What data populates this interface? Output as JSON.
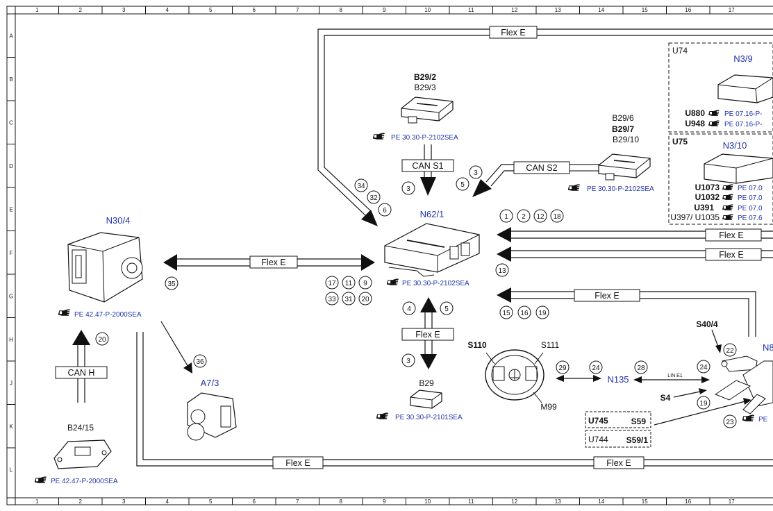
{
  "columns": [
    "1",
    "2",
    "3",
    "4",
    "5",
    "6",
    "7",
    "8",
    "9",
    "10",
    "11",
    "12",
    "13",
    "14",
    "15",
    "16",
    "17"
  ],
  "rows": [
    "A",
    "B",
    "C",
    "D",
    "E",
    "F",
    "G",
    "H",
    "J",
    "K",
    "L"
  ],
  "components": {
    "n62_1": "N62/1",
    "n30_4": "N30/4",
    "a7_3": "A7/3",
    "b24_15": "B24/15",
    "b29_2": "B29/2",
    "b29_3": "B29/3",
    "b29_6": "B29/6",
    "b29_7": "B29/7",
    "b29_10": "B29/10",
    "b29": "B29",
    "n135": "N135",
    "s110": "S110",
    "s111": "S111",
    "m99": "M99",
    "s40_4": "S40/4",
    "s4": "S4",
    "n8": "N8",
    "u745": "U745",
    "s59": "S59",
    "u744": "U744",
    "s59_1": "S59/1",
    "u74": "U74",
    "n3_9": "N3/9",
    "u75": "U75",
    "n3_10": "N3/10"
  },
  "buses": {
    "flex_e": "Flex E",
    "can_s1": "CAN S1",
    "can_s2": "CAN S2",
    "can_h": "CAN H",
    "lin_e1": "LIN E1"
  },
  "refs": {
    "pe_2102": "PE 30.30-P-2102SEA",
    "pe_2101": "PE 30.30-P-2101SEA",
    "pe_2000": "PE 42.47-P-2000SEA",
    "pe_0716": "PE 07.16-P-",
    "pe_0708": "PE 07.0",
    "pe_0761": "PE 07.6",
    "pe_cut": "PE"
  },
  "u_codes": {
    "u880": "U880",
    "u948": "U948",
    "u1073": "U1073",
    "u1032": "U1032",
    "u391": "U391",
    "u397_1035": "U397/ U1035"
  },
  "callouts": {
    "c1": "1",
    "c2": "2",
    "c3": "3",
    "c4": "4",
    "c5": "5",
    "c6": "6",
    "c9": "9",
    "c11": "11",
    "c12": "12",
    "c13": "13",
    "c15": "15",
    "c16": "16",
    "c17": "17",
    "c18": "18",
    "c19": "19",
    "c20": "20",
    "c22": "22",
    "c23": "23",
    "c24": "24",
    "c28": "28",
    "c29": "29",
    "c31": "31",
    "c32": "32",
    "c33": "33",
    "c34": "34",
    "c35": "35",
    "c36": "36"
  },
  "icons": {
    "reference": "pointing-hand-icon"
  },
  "colors": {
    "component_label": "#2233aa",
    "line": "#111111"
  }
}
